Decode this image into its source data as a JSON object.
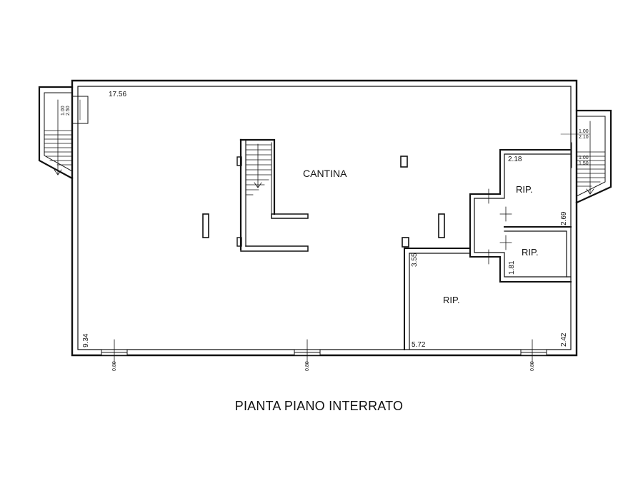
{
  "title": "PIANTA PIANO INTERRATO",
  "rooms": {
    "main": "CANTINA",
    "storage_upper": "RIP.",
    "storage_middle": "RIP.",
    "storage_lower": "RIP."
  },
  "dimensions": {
    "overall_width": "17.56",
    "overall_depth": "9.34",
    "upper_storage_width": "2.18",
    "upper_storage_depth": "2.69",
    "middle_storage_depth": "1.81",
    "lower_storage_width": "5.72",
    "lower_storage_depth": "2.42",
    "lower_storage_left": "3.55",
    "left_stair_a": "1.00",
    "left_stair_b": "2.50",
    "right_stair_a": "1.00",
    "right_stair_b": "2.10",
    "right_stair_c": "1.00",
    "right_stair_d": "1.50",
    "window_1": "0.80",
    "window_2": "0.80",
    "window_3": "0.80"
  }
}
